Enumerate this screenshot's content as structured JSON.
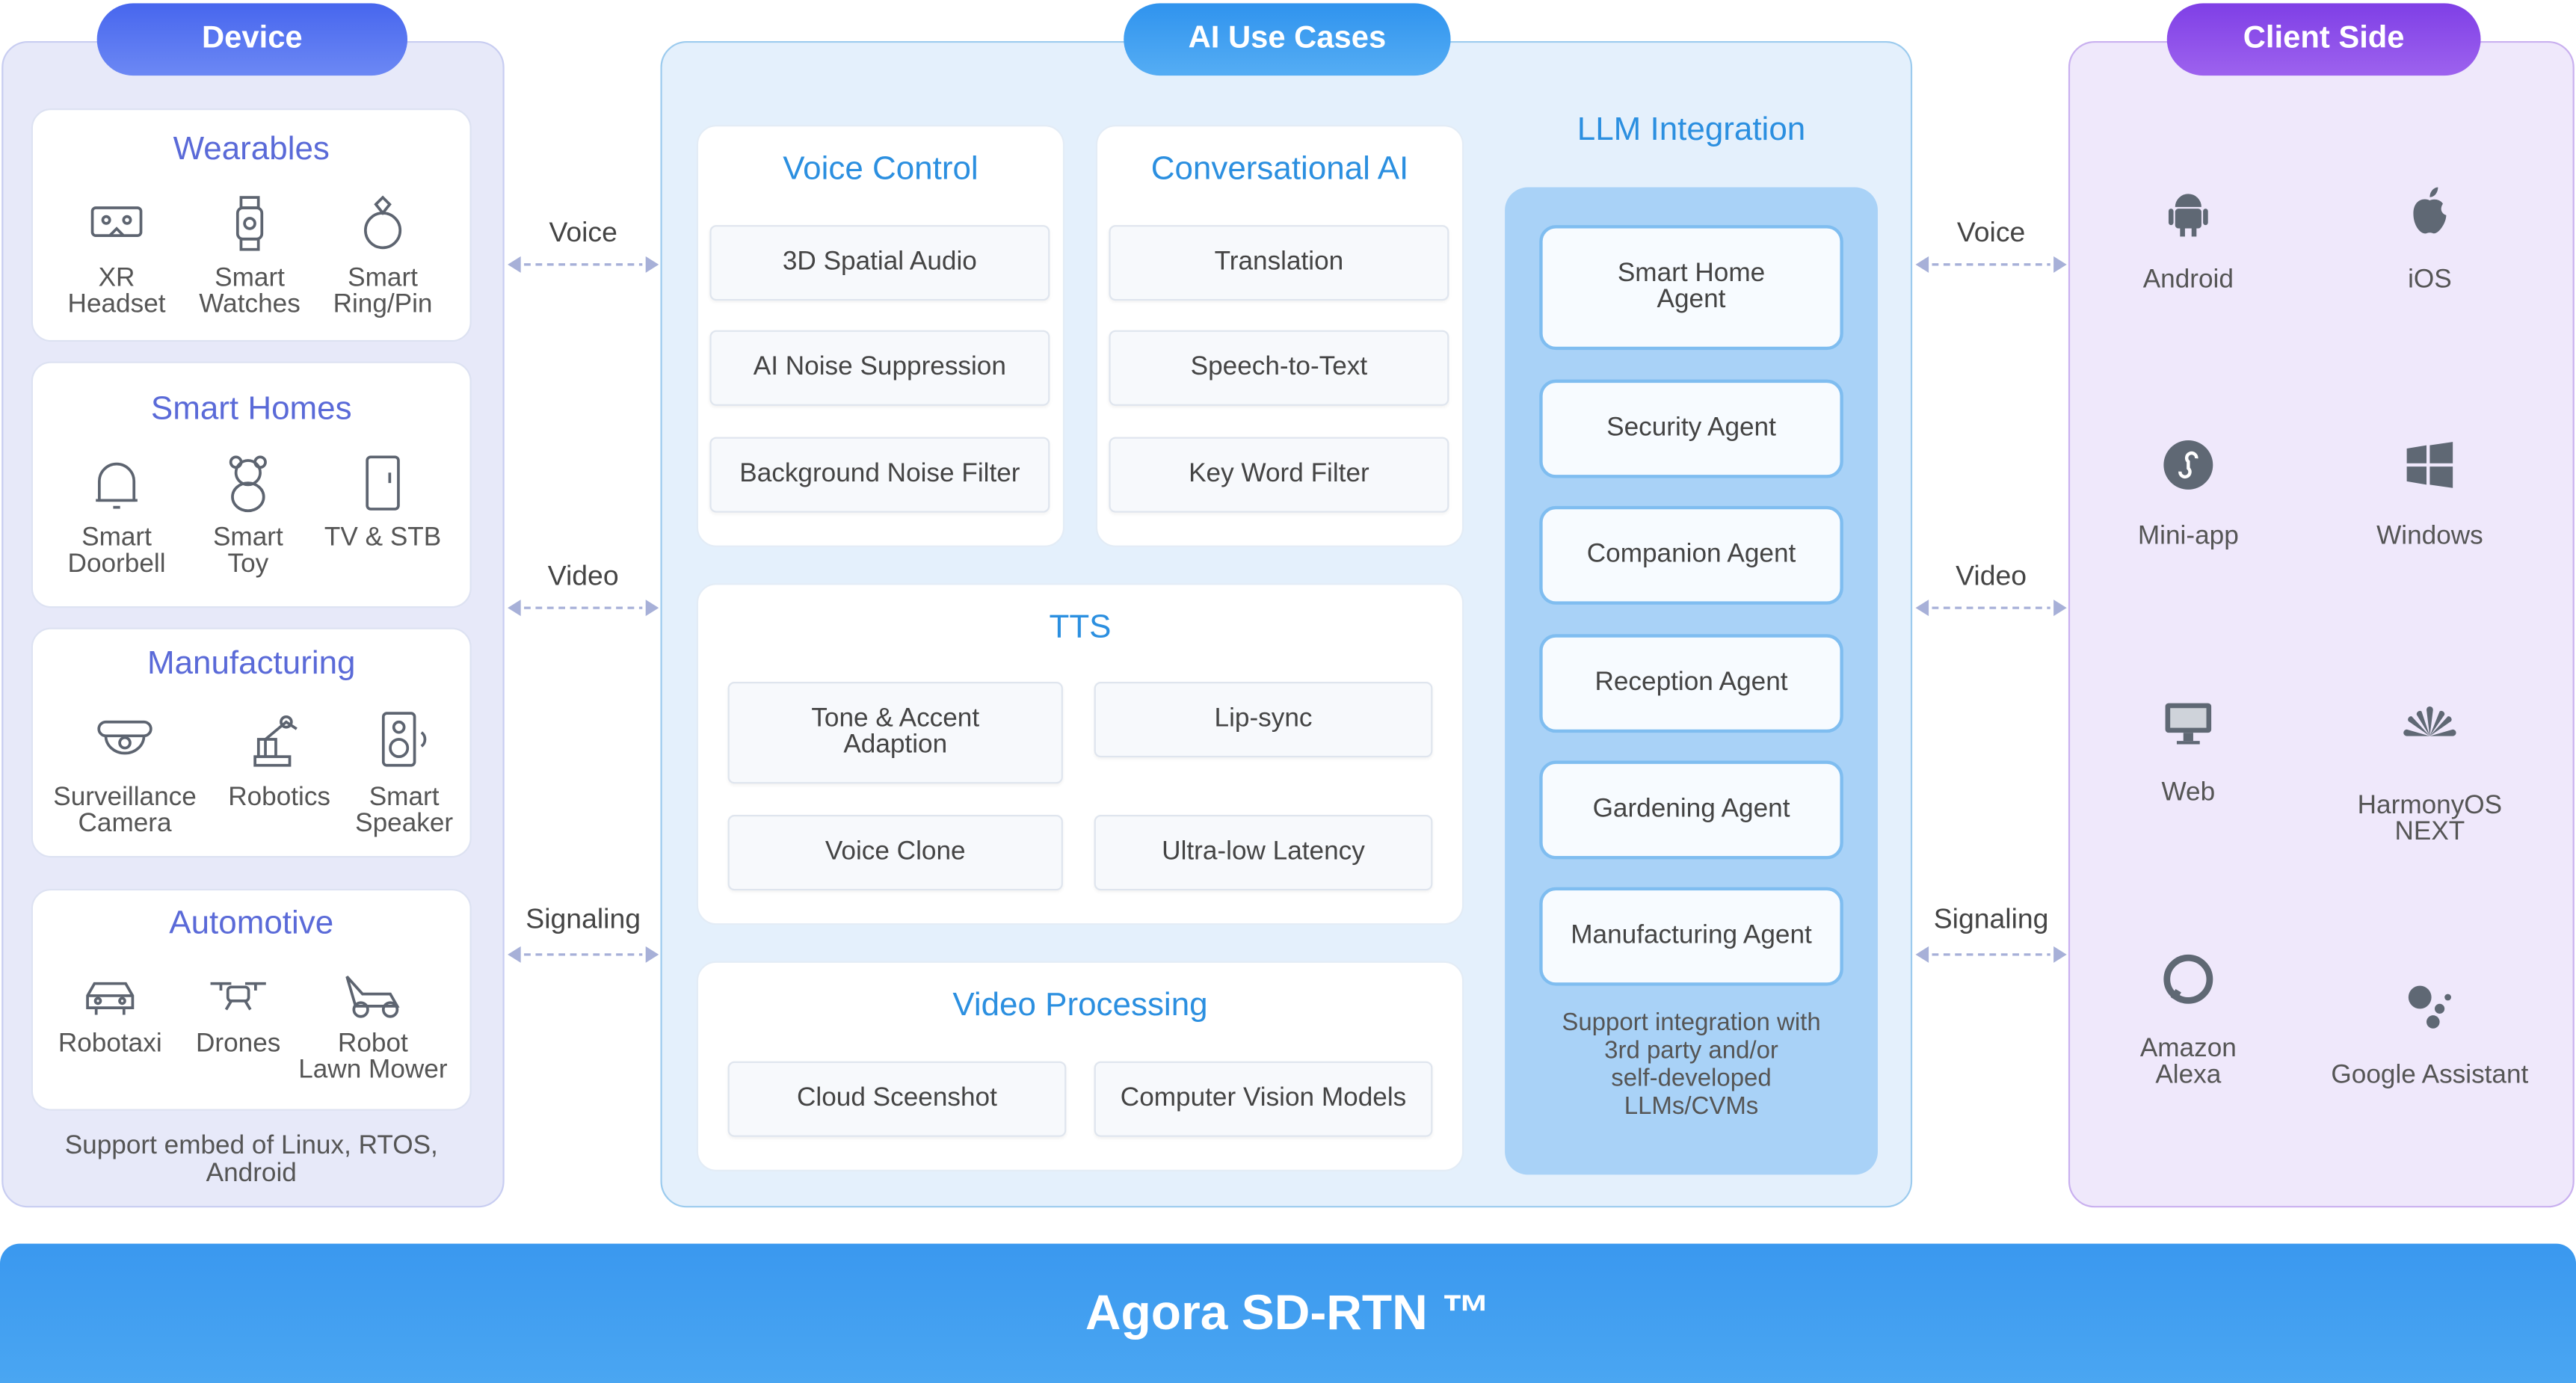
{
  "colors": {
    "device": "#4f6ef0",
    "ai": "#3a9bf0",
    "client": "#8b4ee8",
    "bar": "#3d9df0"
  },
  "device": {
    "header": "Device",
    "groups": [
      {
        "title": "Wearables",
        "items": [
          {
            "label": "XR\nHeadset",
            "icon": "vr-headset"
          },
          {
            "label": "Smart\nWatches",
            "icon": "watch"
          },
          {
            "label": "Smart\nRing/Pin",
            "icon": "ring"
          }
        ]
      },
      {
        "title": "Smart Homes",
        "items": [
          {
            "label": "Smart\nDoorbell",
            "icon": "bell"
          },
          {
            "label": "Smart\nToy",
            "icon": "teddy-bear"
          },
          {
            "label": "TV & STB",
            "icon": "tv-box"
          }
        ]
      },
      {
        "title": "Manufacturing",
        "items": [
          {
            "label": "Surveillance\nCamera",
            "icon": "camera"
          },
          {
            "label": "Robotics",
            "icon": "robot-arm"
          },
          {
            "label": "Smart\nSpeaker",
            "icon": "speaker"
          }
        ]
      },
      {
        "title": "Automotive",
        "items": [
          {
            "label": "Robotaxi",
            "icon": "car"
          },
          {
            "label": "Drones",
            "icon": "drone"
          },
          {
            "label": "Robot\nLawn Mower",
            "icon": "lawn-mower"
          }
        ]
      }
    ],
    "footer": "Support embed of Linux, RTOS,\nAndroid"
  },
  "links": [
    "Voice",
    "Video",
    "Signaling"
  ],
  "ai": {
    "header": "AI Use Cases",
    "voice_control": {
      "title": "Voice Control",
      "items": [
        "3D Spatial Audio",
        "AI  Noise Suppression",
        "Background Noise Filter"
      ]
    },
    "conversational": {
      "title": "Conversational AI",
      "items": [
        "Translation",
        "Speech-to-Text",
        "Key Word Filter"
      ]
    },
    "tts": {
      "title": "TTS",
      "items": [
        "Tone & Accent\nAdaption",
        "Lip-sync",
        "Voice Clone",
        "Ultra-low Latency"
      ]
    },
    "video": {
      "title": "Video Processing",
      "items": [
        "Cloud Sceenshot",
        "Computer Vision Models"
      ]
    },
    "llm": {
      "title": "LLM Integration",
      "agents": [
        "Smart Home\nAgent",
        "Security Agent",
        "Companion Agent",
        "Reception Agent",
        "Gardening Agent",
        "Manufacturing Agent"
      ],
      "footer": "Support integration with\n3rd party and/or\nself-developed\nLLMs/CVMs"
    }
  },
  "client": {
    "header": "Client Side",
    "items": [
      {
        "label": "Android",
        "icon": "android"
      },
      {
        "label": "iOS",
        "icon": "apple"
      },
      {
        "label": "Mini-app",
        "icon": "mini-app"
      },
      {
        "label": "Windows",
        "icon": "windows"
      },
      {
        "label": "Web",
        "icon": "monitor"
      },
      {
        "label": "HarmonyOS\nNEXT",
        "icon": "harmonyos"
      },
      {
        "label": "Amazon\nAlexa",
        "icon": "alexa"
      },
      {
        "label": "Google Assistant",
        "icon": "google-assistant"
      }
    ]
  },
  "footer_bar": {
    "title": "Agora SD-RTN ™"
  }
}
